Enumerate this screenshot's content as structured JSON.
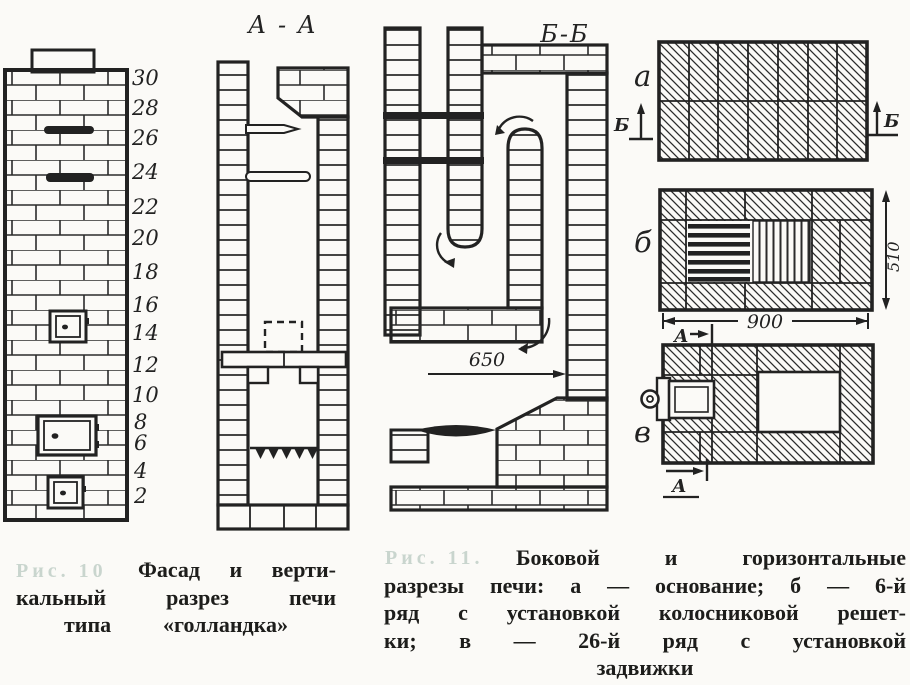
{
  "colors": {
    "ink": "#222222",
    "paper": "#fbfaf7",
    "watermark": "#a9bdb4"
  },
  "facade": {
    "rows": [
      "30",
      "28",
      "26",
      "24",
      "22",
      "20",
      "18",
      "16",
      "14",
      "12",
      "10",
      "8",
      "6",
      "4",
      "2"
    ]
  },
  "section_aa": {
    "title": "А - А"
  },
  "section_bb": {
    "title": "Б-Б",
    "dim_650": "650"
  },
  "plans": {
    "label_a": "а",
    "label_b": "б",
    "label_v": "в",
    "cut_b": "Б",
    "cut_a": "А",
    "dim_900": "900",
    "dim_510": "510"
  },
  "caption_left": {
    "watermark": "Рис. 10",
    "lines": [
      "Фасад и верти-",
      "кальный разрез печи",
      "типа «голландка»"
    ]
  },
  "caption_right": {
    "watermark": "Рис. 11.",
    "lines": [
      "Боковой и горизонтальные",
      "разрезы печи: а — основание; б — 6-й",
      "ряд с установкой колосниковой решет-",
      "ки; в — 26-й ряд с установкой",
      "задвижки"
    ]
  }
}
